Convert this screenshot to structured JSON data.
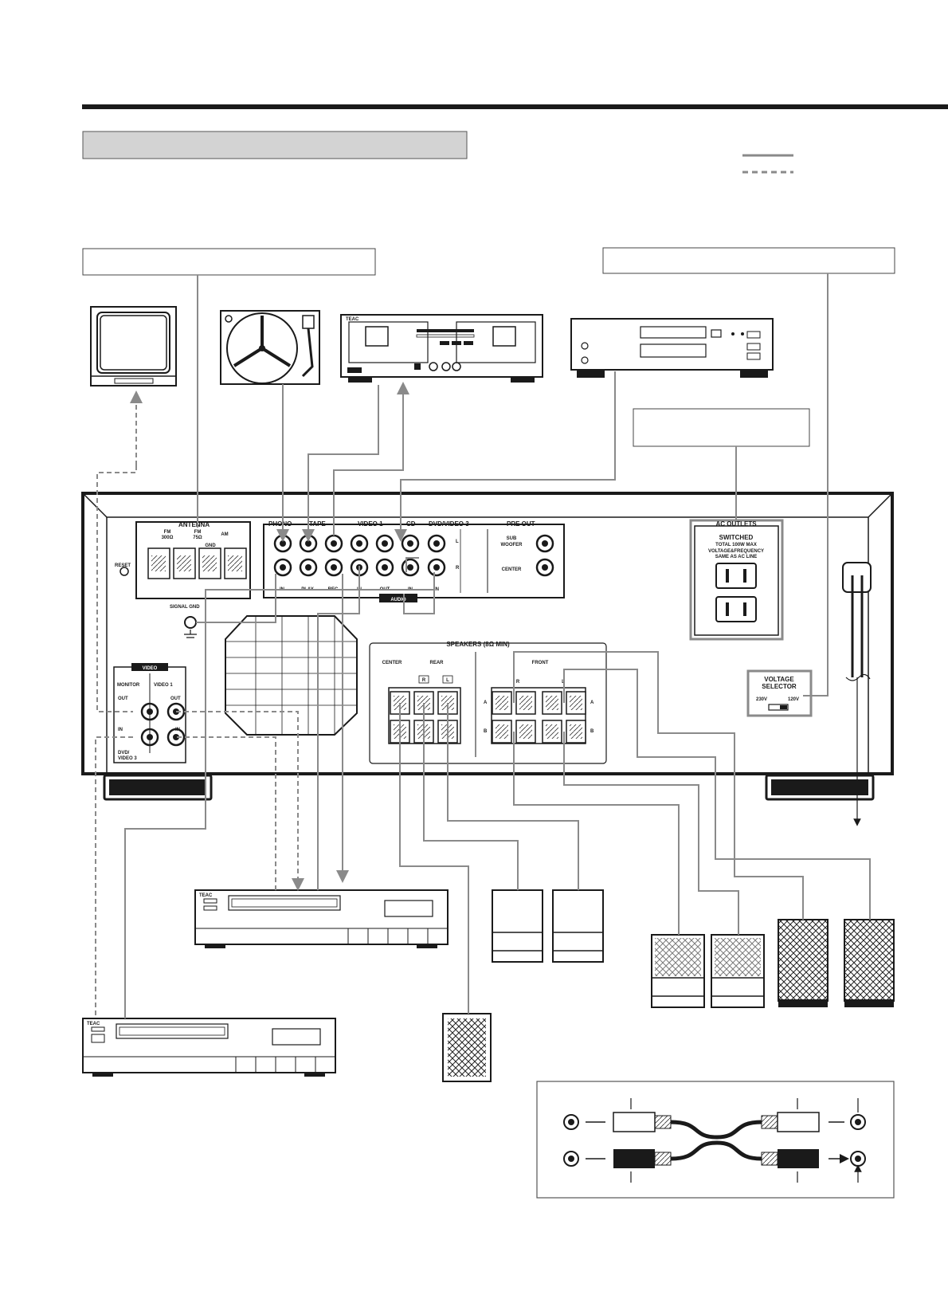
{
  "legend": {
    "solid_line": "",
    "dashed_line": ""
  },
  "receiver": {
    "antenna": {
      "title": "ANTENNA",
      "fm3000": "FM",
      "fm3000_value": "300Ω",
      "fm75": "FM",
      "fm75_value": "75Ω",
      "am": "AM",
      "gnd": "GND"
    },
    "reset": "RESET",
    "signal_gnd": "SIGNAL GND",
    "input_headers": [
      "PHONO",
      "TAPE",
      "VIDEO 1",
      "CD",
      "DVD/VIDEO 3",
      "PRE OUT"
    ],
    "jack_labels": [
      "IN",
      "PLAY",
      "REC",
      "IN",
      "OUT",
      "IN",
      "IN"
    ],
    "channel_l": "L",
    "channel_r": "R",
    "audio_tag": "AUDIO",
    "pre_out": {
      "sub_woofer_1": "SUB",
      "sub_woofer_2": "WOOFER",
      "center": "CENTER"
    },
    "ac_outlets": {
      "title": "AC OUTLETS",
      "switched": "SWITCHED",
      "total": "TOTAL 100W MAX",
      "voltage_freq": "VOLTAGE&FREQUENCY",
      "same_as": "SAME AS AC LINE"
    },
    "video": {
      "title": "VIDEO",
      "monitor": "MONITOR",
      "video1": "VIDEO 1",
      "out_left": "OUT",
      "out_right": "OUT",
      "in_left": "IN",
      "in_right": "IN",
      "dvd_1": "DVD/",
      "dvd_2": "VIDEO 3"
    },
    "speakers": {
      "title": "SPEAKERS (8Ω MIN)",
      "center": "CENTER",
      "rear": "REAR",
      "front": "FRONT",
      "rear_r": "R",
      "rear_l": "L",
      "front_r": "R",
      "front_l": "L",
      "a": "A",
      "b": "B"
    },
    "voltage": {
      "title_1": "VOLTAGE",
      "title_2": "SELECTOR",
      "v230": "230V",
      "v120": "120V"
    }
  },
  "devices": {
    "brand": "TEAC"
  },
  "icons": [
    "tv-icon",
    "turntable-icon",
    "cassette-deck-icon",
    "cd-player-icon",
    "vcr-icon",
    "speaker-icon",
    "subwoofer-icon",
    "rca-plug-icon",
    "power-plug-icon"
  ],
  "colors": {
    "cable": "#8a8a8a",
    "label_box": "#d3d3d3",
    "ink": "#1a1a1a"
  }
}
